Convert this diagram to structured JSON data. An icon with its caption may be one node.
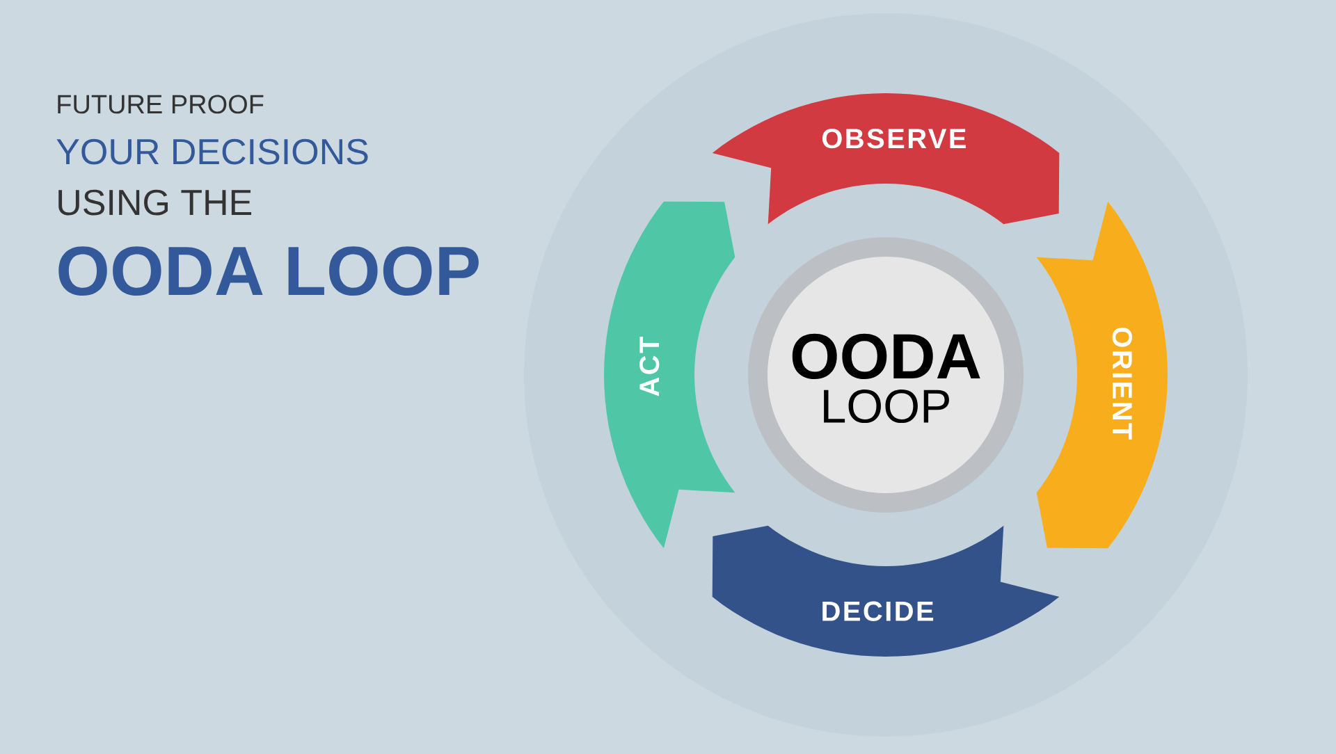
{
  "diagram": {
    "nodes": [
      {
        "text": [
          "OBSERVE"
        ]
      },
      {
        "text": [
          "ORIENT"
        ]
      },
      {
        "text": [
          "DECIDE"
        ]
      },
      {
        "text": [
          "ACT"
        ]
      },
      {
        "text": [
          "OODA",
          "LOOP"
        ]
      }
    ],
    "labels": [
      "FUTURE PROOF",
      "YOUR DECISIONS",
      "USING THE",
      "OODA LOOP"
    ]
  }
}
